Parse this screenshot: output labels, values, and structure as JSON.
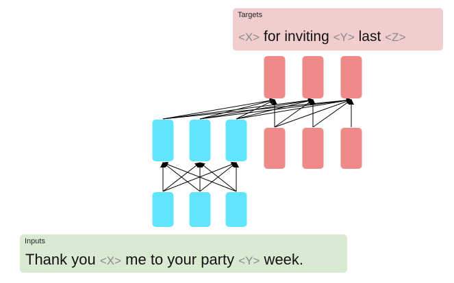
{
  "targets": {
    "label": "Targets",
    "tokens": [
      {
        "text": "<X>",
        "sentinel": true
      },
      {
        "text": " for inviting ",
        "sentinel": false
      },
      {
        "text": "<Y>",
        "sentinel": true
      },
      {
        "text": " last ",
        "sentinel": false
      },
      {
        "text": "<Z>",
        "sentinel": true
      }
    ]
  },
  "inputs": {
    "label": "Inputs",
    "tokens": [
      {
        "text": "Thank you ",
        "sentinel": false
      },
      {
        "text": "<X>",
        "sentinel": true
      },
      {
        "text": " me to your party ",
        "sentinel": false
      },
      {
        "text": "<Y>",
        "sentinel": true
      },
      {
        "text": " week.",
        "sentinel": false
      }
    ]
  },
  "colors": {
    "encoder": "#62e4fb",
    "decoder": "#ee8a88",
    "targets_bg": "#f1cdcd",
    "inputs_bg": "#d9ead3"
  }
}
